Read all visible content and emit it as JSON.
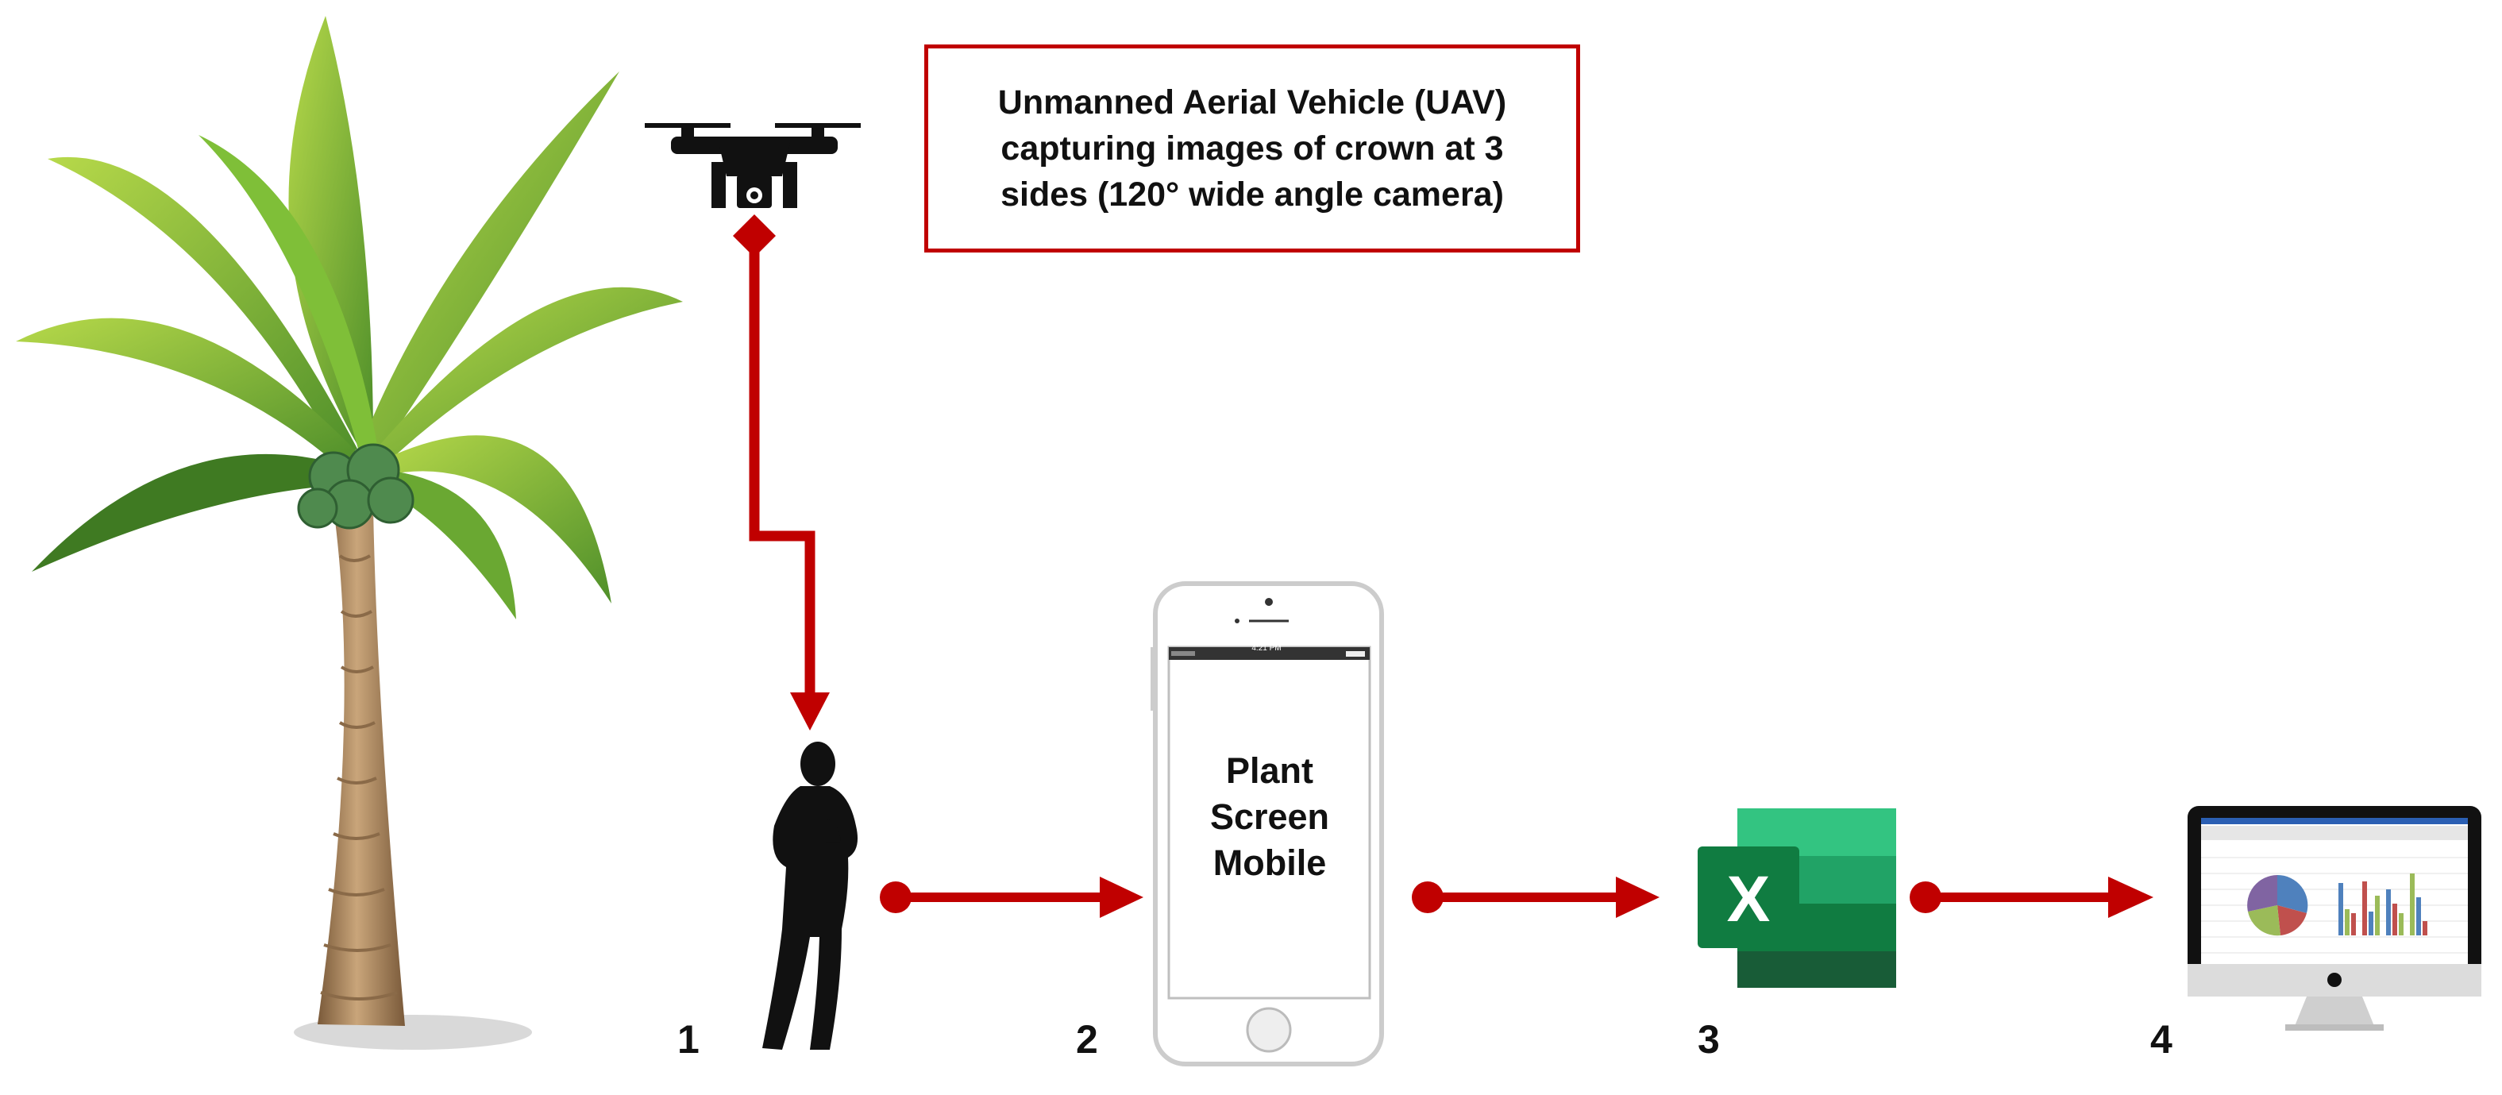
{
  "callout": {
    "lines": [
      "Unmanned Aerial Vehicle (UAV)",
      "capturing images of crown at 3",
      "sides (120° wide angle camera)"
    ]
  },
  "steps": [
    {
      "number": "1",
      "icon": "person-silhouette-icon"
    },
    {
      "number": "2",
      "icon": "smartphone-icon"
    },
    {
      "number": "3",
      "icon": "excel-icon"
    },
    {
      "number": "4",
      "icon": "desktop-monitor-icon"
    }
  ],
  "phone": {
    "lines": [
      "Plant",
      "Screen",
      "Mobile"
    ],
    "status_time": "4:21 PM"
  },
  "excel_letter": "X",
  "colors": {
    "arrow": "#c00000",
    "excel_dark": "#107c41",
    "excel_light": "#21a366"
  },
  "icons": {
    "tree": "coconut-palm-tree-icon",
    "drone": "drone-icon"
  }
}
